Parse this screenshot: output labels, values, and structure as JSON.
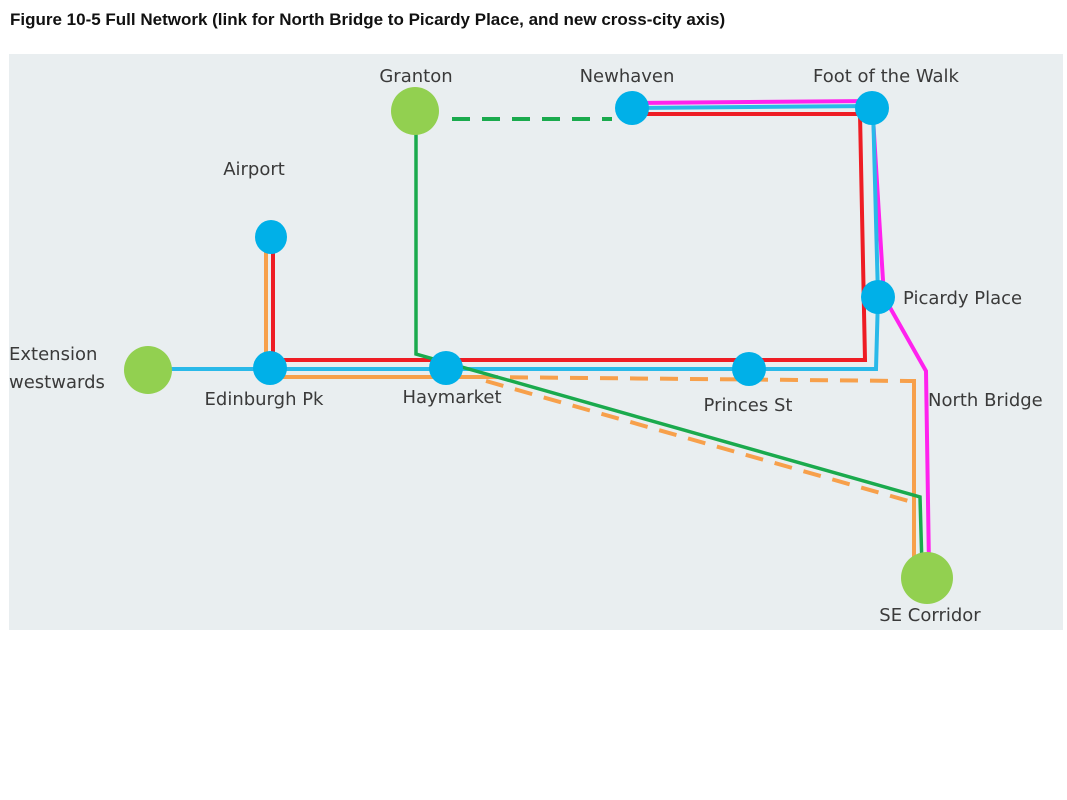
{
  "figure": {
    "caption": "Figure 10-5 Full Network (link for North Bridge to Picardy Place, and new cross-city axis)"
  },
  "colors": {
    "background": "#e9eef0",
    "stop_blue": "#00b0e8",
    "stop_green": "#92d050",
    "red": "#ee1c24",
    "cyan": "#29b9e9",
    "orange": "#f7a04b",
    "green": "#1aaa4d",
    "magenta": "#ff22ee"
  },
  "stops": {
    "granton": "Granton",
    "newhaven": "Newhaven",
    "foot_of_the_walk": "Foot of the Walk",
    "airport": "Airport",
    "picardy_place": "Picardy Place",
    "extension_line1": "Extension",
    "extension_line2": "westwards",
    "edinburgh_pk": "Edinburgh Pk",
    "haymarket": "Haymarket",
    "princes_st": "Princes St",
    "north_bridge": "North Bridge",
    "se_corridor": "SE Corridor"
  }
}
